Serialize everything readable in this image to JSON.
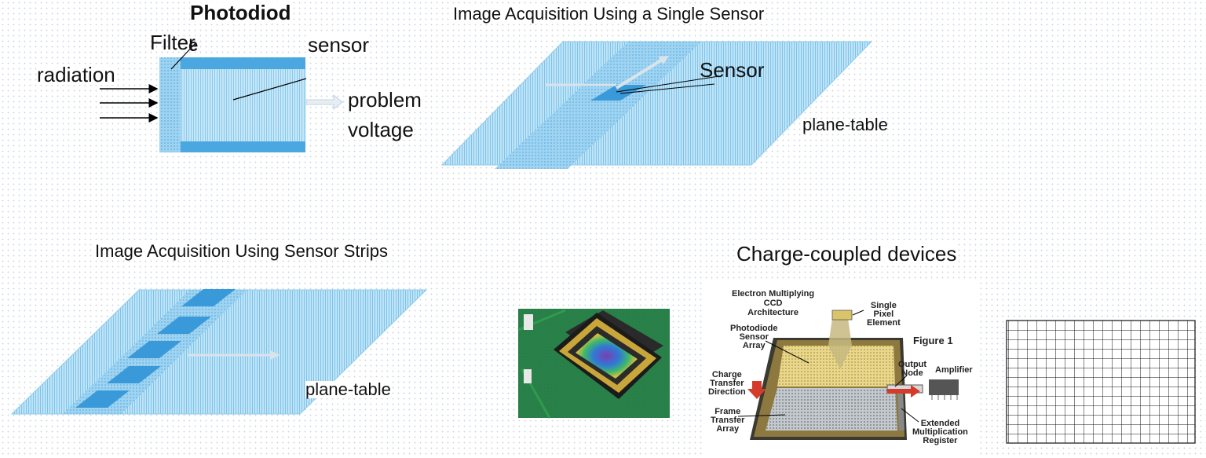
{
  "photodiode": {
    "title": "Photodiod",
    "title_suffix": "e",
    "filter_label": "Filter",
    "sensor_label": "sensor",
    "radiation_label": "radiation",
    "output_label_1": "problem",
    "output_label_2": "voltage"
  },
  "single_sensor": {
    "title": "Image Acquisition Using a Single Sensor",
    "sensor_label": "Sensor",
    "table_label": "plane-table"
  },
  "sensor_strips": {
    "title": "Image Acquisition Using Sensor Strips",
    "table_label": "plane-table"
  },
  "ccd": {
    "title": "Charge-coupled devices",
    "figure": {
      "header_1": "Electron Multiplying",
      "header_2": "CCD",
      "header_3": "Architecture",
      "single_pixel_1": "Single",
      "single_pixel_2": "Pixel",
      "single_pixel_3": "Element",
      "photodiode_1": "Photodiode",
      "photodiode_2": "Sensor",
      "photodiode_3": "Array",
      "figure_label": "Figure 1",
      "output_1": "Output",
      "output_2": "Node",
      "amplifier": "Amplifier",
      "charge_1": "Charge",
      "charge_2": "Transfer",
      "charge_3": "Direction",
      "frame_1": "Frame",
      "frame_2": "Transfer",
      "frame_3": "Array",
      "extended_1": "Extended",
      "extended_2": "Multiplication",
      "extended_3": "Register"
    }
  },
  "colors": {
    "table_blue": "#a9d8f2",
    "strip_blue": "#59b3e6",
    "sensor_blue": "#3a9ad9",
    "ccd_yellow": "#e6d48a",
    "ccd_gray": "#b9bfc4"
  }
}
